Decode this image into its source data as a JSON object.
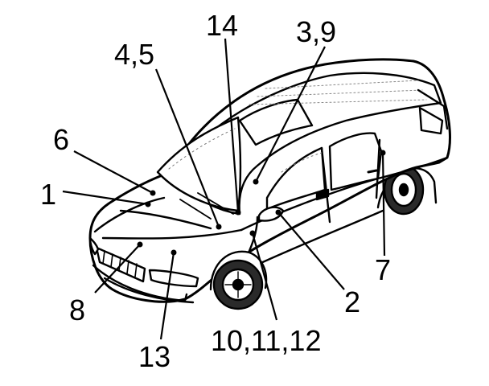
{
  "callouts": [
    {
      "id": "c1",
      "label": "1"
    },
    {
      "id": "c2",
      "label": "2"
    },
    {
      "id": "c3",
      "label": "3,9"
    },
    {
      "id": "c4",
      "label": "4,5"
    },
    {
      "id": "c6",
      "label": "6"
    },
    {
      "id": "c7",
      "label": "7"
    },
    {
      "id": "c8",
      "label": "8"
    },
    {
      "id": "c10",
      "label": "10,11,12"
    },
    {
      "id": "c13",
      "label": "13"
    },
    {
      "id": "c14",
      "label": "14"
    }
  ],
  "colors": {
    "ink": "#000000",
    "paper": "#ffffff",
    "shade": "#d8d8d8"
  }
}
